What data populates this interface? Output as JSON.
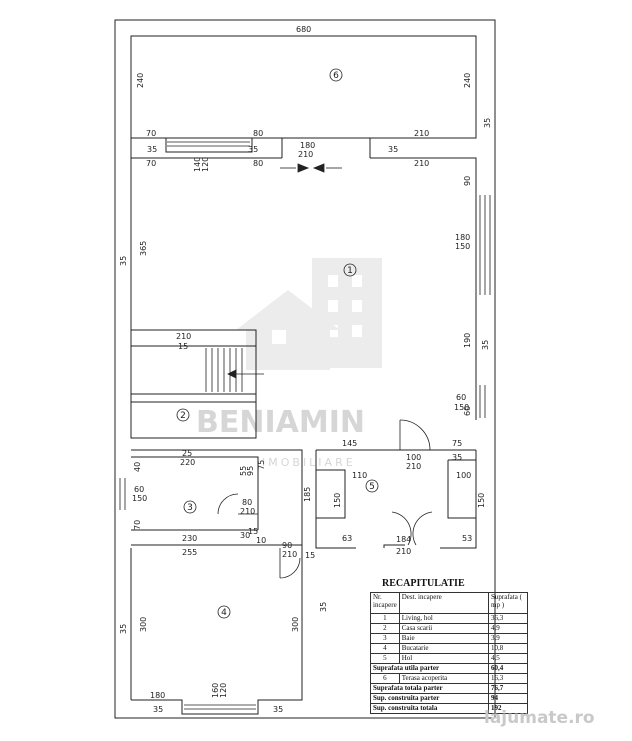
{
  "dimensions": {
    "top_width": "680",
    "room6_left_h": "240",
    "room6_right_h": "240",
    "wall_35_right_top": "35",
    "seg_70_a": "70",
    "seg_80_a": "80",
    "seg_35_a": "35",
    "seg_180": "180",
    "seg_210_top": "210",
    "seg_210_right_a": "210",
    "seg_35_b": "35",
    "seg_70_b": "70",
    "seg_80_b": "80",
    "seg_35_c": "35",
    "seg_210_right_b": "210",
    "door_140": "140",
    "door_120": "120",
    "seg_35_d": "35",
    "right_90": "90",
    "left_365": "365",
    "outer_left_35": "35",
    "win_180": "180",
    "win_150": "150",
    "stair_210": "210",
    "stair_15": "15",
    "right_190": "190",
    "right_35": "35",
    "win_60": "60",
    "win_150_b": "150",
    "right_60": "60",
    "hall_145": "145",
    "door_100": "100",
    "door_210_b": "210",
    "seg_75": "75",
    "seg_35_e": "35",
    "seg_25": "25",
    "seg_220": "220",
    "seg_55": "55",
    "seg_95": "95",
    "seg_75_b": "75",
    "seg_110": "110",
    "seg_100": "100",
    "left_40": "40",
    "win_60_b": "60",
    "win_150_c": "150",
    "door_80": "80",
    "door_210_c": "210",
    "seg_185": "185",
    "seg_150": "150",
    "seg_150_r": "150",
    "left_70": "70",
    "seg_230": "230",
    "seg_255": "255",
    "seg_30": "30",
    "seg_15": "15",
    "seg_10": "10",
    "door_90": "90",
    "door_210_d": "210",
    "seg_15_b": "15",
    "seg_63": "63",
    "door_184": "184",
    "door_210_e": "210",
    "seg_53": "53",
    "outer_left_35_b": "35",
    "left_300": "300",
    "right_300": "300",
    "right_35_b": "35",
    "bottom_180": "180",
    "win_160": "160",
    "win_120": "120",
    "bottom_35_a": "35",
    "bottom_35_b": "35"
  },
  "rooms": {
    "r1": "1",
    "r2": "2",
    "r3": "3",
    "r4": "4",
    "r5": "5",
    "r6": "6"
  },
  "watermark": {
    "name": "BENIAMIN",
    "sub": "IMOBILIARE"
  },
  "brand": "lajumate.ro",
  "recap": {
    "title": "RECAPITULATIE",
    "headers": {
      "nr": "Nr. incapere",
      "dest": "Dest. incapere",
      "surface": "Suprafata ( mp )"
    },
    "rows": [
      {
        "nr": "1",
        "name": "Living, hol",
        "value": "36,3"
      },
      {
        "nr": "2",
        "name": "Casa scarii",
        "value": "4,9"
      },
      {
        "nr": "3",
        "name": "Baie",
        "value": "3,9"
      },
      {
        "nr": "4",
        "name": "Bucatarie",
        "value": "10,8"
      },
      {
        "nr": "5",
        "name": "Hol",
        "value": "4,5"
      }
    ],
    "util": {
      "label": "Suprafata utila parter",
      "value": "60,4"
    },
    "terasa": {
      "nr": "6",
      "name": "Terasa acoperita",
      "value": "16,3"
    },
    "totala": {
      "label": "Suprafata totala parter",
      "value": "76,7"
    },
    "sc1": {
      "label": "Sup. construita parter",
      "value": "94"
    },
    "sc2": {
      "label": "Sup. construita totala",
      "value": "192"
    }
  }
}
